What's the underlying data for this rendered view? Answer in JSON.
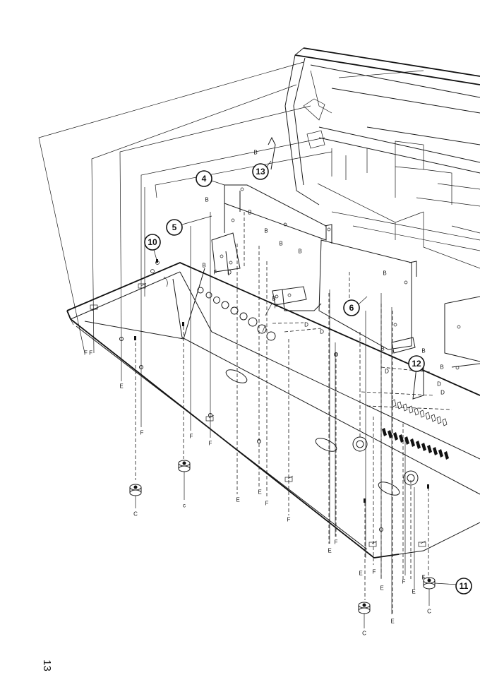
{
  "page_number": "13",
  "callouts": {
    "c4": "4",
    "c5": "5",
    "c6": "6",
    "c10": "10",
    "c11": "11",
    "c12": "12",
    "c13": "13"
  },
  "labels": {
    "B": "B",
    "C": "C",
    "c": "c",
    "D": "D",
    "E": "E",
    "F": "F",
    "FF": "F F"
  }
}
